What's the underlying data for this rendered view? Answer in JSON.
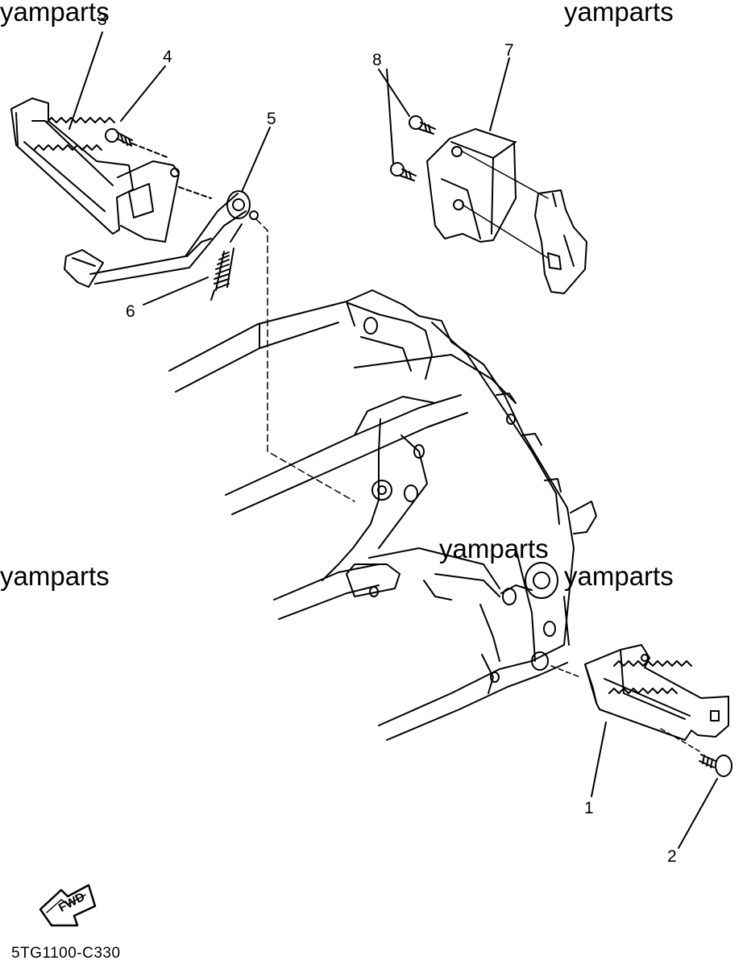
{
  "watermark": "yamparts",
  "callouts": {
    "c1": "1",
    "c2": "2",
    "c3": "3",
    "c4": "4",
    "c5": "5",
    "c6": "6",
    "c7": "7",
    "c8": "8"
  },
  "fwd_label": "FWD",
  "diagram_code": "5TG1100-C330"
}
